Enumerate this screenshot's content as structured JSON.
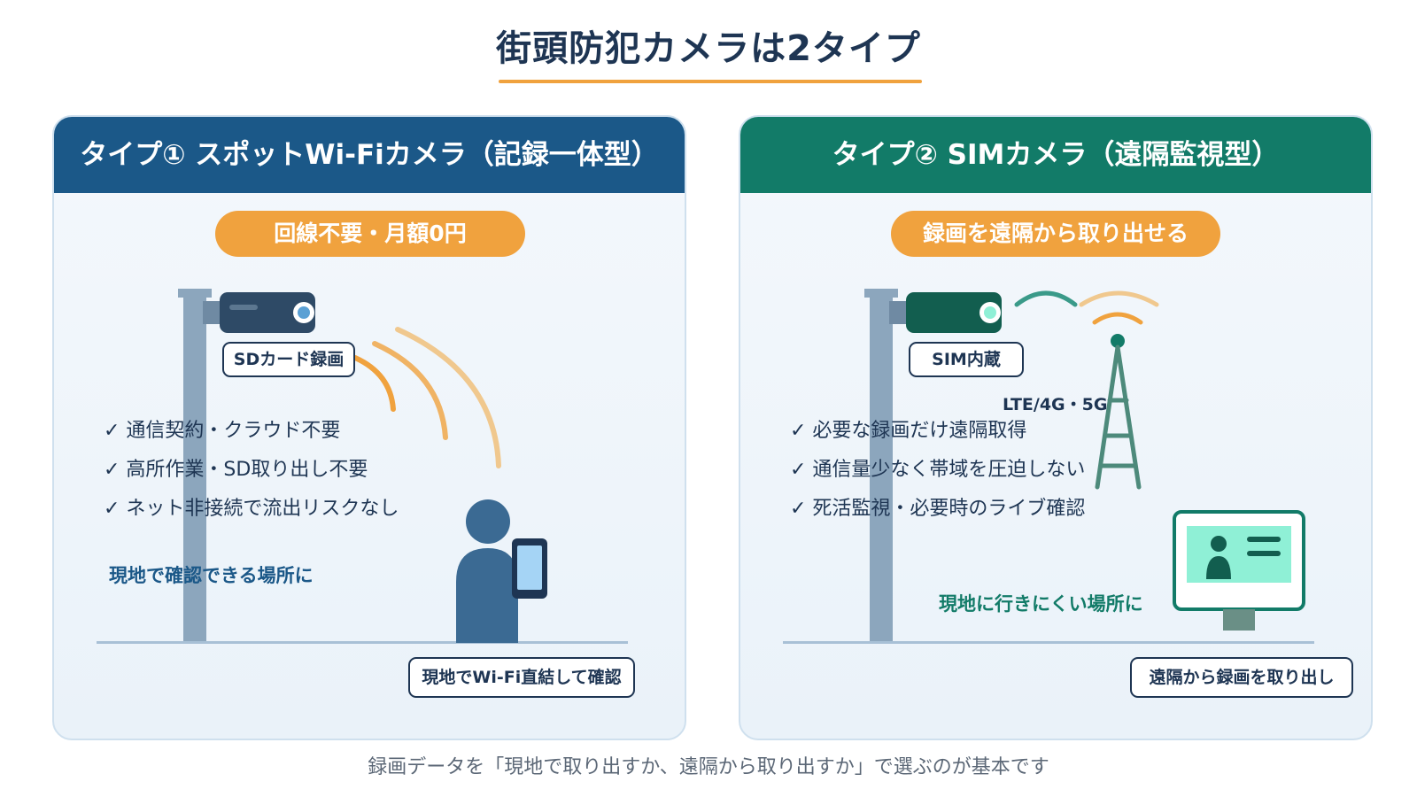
{
  "title": "街頭防犯カメラは2タイプ",
  "left_panel": {
    "header": "タイプ① スポットWi-Fiカメラ（記録一体型）",
    "pill": "回線不要・月額0円",
    "camera_tag": "SDカード録画",
    "checks": [
      "✓ 通信契約・クラウド不要",
      "✓ 高所作業・SD取り出し不要",
      "✓ ネット非接続で流出リスクなし"
    ],
    "subtitle": "現地で確認できる場所に",
    "bottom_tag": "現地でWi-Fi直結して確認",
    "colors": {
      "header": "#1b5888",
      "accent": "#f0a23e",
      "person": "#3b6a93"
    }
  },
  "right_panel": {
    "header": "タイプ② SIMカメラ（遠隔監視型）",
    "pill": "録画を遠隔から取り出せる",
    "camera_tag": "SIM内蔵",
    "network_label": "LTE/4G・5G",
    "checks": [
      "✓ 必要な録画だけ遠隔取得",
      "✓ 通信量少なく帯域を圧迫しない",
      "✓ 死活監視・必要時のライブ確認"
    ],
    "subtitle": "現地に行きにくい場所に",
    "bottom_tag": "遠隔から録画を取り出し",
    "colors": {
      "header": "#127b68",
      "accent": "#f0a23e",
      "screen": "#8ff0d6"
    }
  },
  "caption": "録画データを「現地で取り出すか、遠隔から取り出すか」で選ぶのが基本です"
}
